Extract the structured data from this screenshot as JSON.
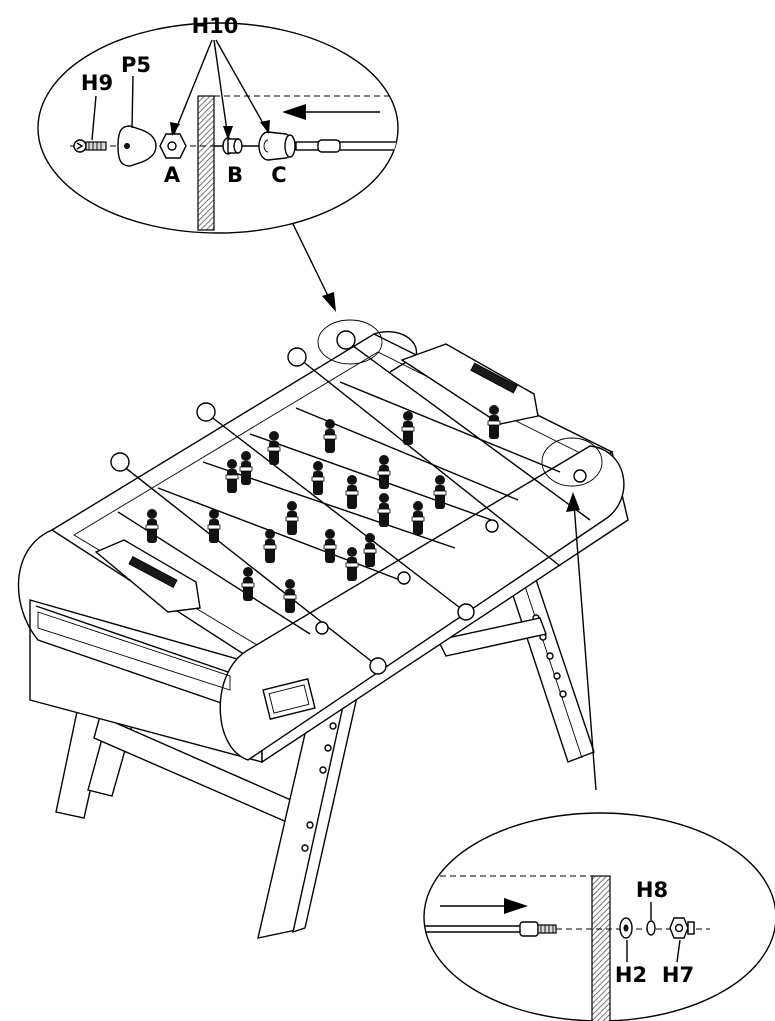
{
  "diagram": {
    "top_callout": {
      "labels": {
        "h10": "H10",
        "h9": "H9",
        "p5": "P5",
        "a": "A",
        "b": "B",
        "c": "C"
      }
    },
    "bottom_callout": {
      "labels": {
        "h8": "H8",
        "h2": "H2",
        "h7": "H7"
      }
    }
  }
}
